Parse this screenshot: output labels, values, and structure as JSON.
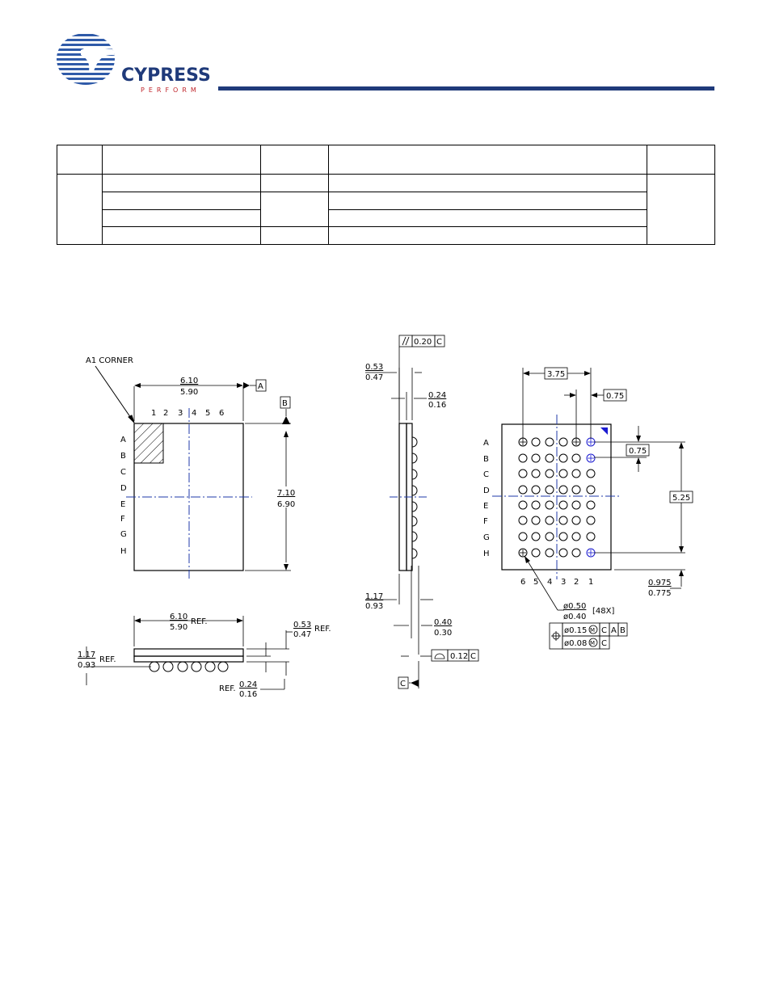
{
  "header": {
    "logo_text": "CYPRESS",
    "logo_tagline": "PERFORM",
    "brand_color": "#1f3a7a"
  },
  "table": {
    "columns": [
      "",
      "",
      "",
      "",
      ""
    ],
    "rows": [
      [
        "",
        "",
        "",
        "",
        ""
      ],
      [
        "",
        "",
        "",
        "",
        ""
      ],
      [
        "",
        "",
        "",
        "",
        ""
      ],
      [
        "",
        "",
        "",
        "",
        ""
      ]
    ]
  },
  "top_view": {
    "a1_corner": "A1 CORNER",
    "col_labels": [
      "1",
      "2",
      "3",
      "4",
      "5",
      "6"
    ],
    "row_labels": [
      "A",
      "B",
      "C",
      "D",
      "E",
      "F",
      "G",
      "H"
    ],
    "width_max": "6.10",
    "width_min": "5.90",
    "height_max": "7.10",
    "height_min": "6.90",
    "datum_a": "A",
    "datum_b": "B"
  },
  "front_view": {
    "width_max": "6.10",
    "width_min": "5.90",
    "ref": "REF.",
    "h_max": "1.17",
    "h_min": "0.93",
    "sub_max": "0.53",
    "sub_min": "0.47",
    "ball_max": "0.24",
    "ball_min": "0.16"
  },
  "side_view": {
    "parallel_tol": "0.20",
    "datum_c": "C",
    "t1_max": "0.53",
    "t1_min": "0.47",
    "t2_max": "0.24",
    "t2_min": "0.16",
    "h_max": "1.17",
    "h_min": "0.93",
    "b_max": "0.40",
    "b_min": "0.30",
    "coplanarity": "0.12"
  },
  "bottom_view": {
    "col_labels": [
      "6",
      "5",
      "4",
      "3",
      "2",
      "1"
    ],
    "row_labels": [
      "A",
      "B",
      "C",
      "D",
      "E",
      "F",
      "G",
      "H"
    ],
    "pitch_x": "3.75",
    "pitch_span": "0.75",
    "pitch_y": "0.75",
    "span_y": "5.25",
    "offset_max": "0.975",
    "offset_min": "0.775",
    "ball_dia_max": "ø0.50",
    "ball_dia_min": "ø0.40",
    "ball_count": "[48X]",
    "pos_tol_1": "ø0.15",
    "pos_tol_2": "ø0.08",
    "datum_c": "C",
    "datum_a": "A",
    "datum_b": "B",
    "modifier": "M"
  }
}
